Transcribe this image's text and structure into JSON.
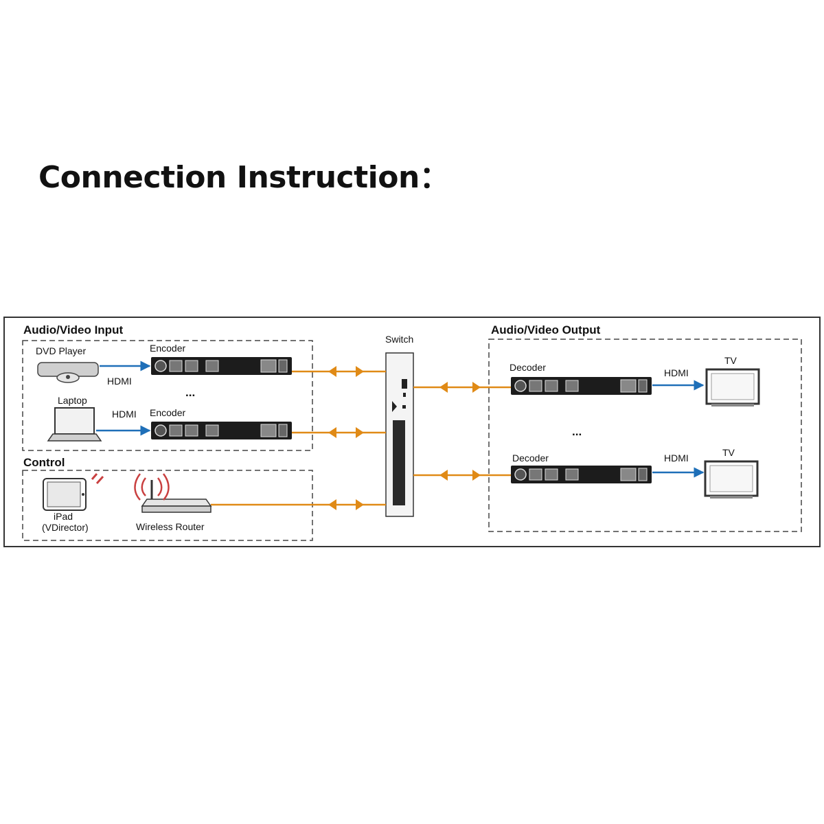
{
  "title": "Connection Instruction：",
  "sections": {
    "input": "Audio/Video Input",
    "control": "Control",
    "output": "Audio/Video Output"
  },
  "devices": {
    "dvd": "DVD Player",
    "laptop": "Laptop",
    "encoder": "Encoder",
    "switch": "Switch",
    "decoder": "Decoder",
    "tv": "TV",
    "ipad": "iPad",
    "ipad_app": "(VDirector)",
    "router": "Wireless Router"
  },
  "links": {
    "hdmi": "HDMI"
  },
  "ellipsis": "...",
  "colors": {
    "hdmi_line": "#1e6fb8",
    "network_line": "#e08a16",
    "device_body": "#1c1c1c"
  }
}
